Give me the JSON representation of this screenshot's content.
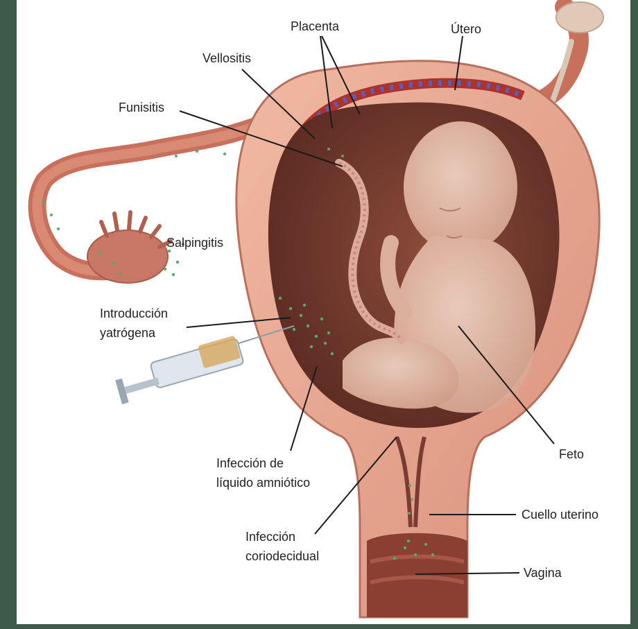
{
  "figure": {
    "labels": {
      "placenta": "Placenta",
      "utero": "Útero",
      "vellositis": "Vellositis",
      "funisitis": "Funisitis",
      "salpingitis": "Salpingitis",
      "introduccion_line1": "Introducción",
      "introduccion_line2": "yatrógena",
      "infeccion_liquido_line1": "Infección de",
      "infeccion_liquido_line2": "líquido amniótico",
      "feto": "Feto",
      "cuello_uterino": "Cuello uterino",
      "infeccion_coriodecidual_line1": "Infección",
      "infeccion_coriodecidual_line2": "coriodecidual",
      "vagina": "Vagina"
    },
    "colors": {
      "background_border": "#3d5a4a",
      "uterine_wall": "#e8a792",
      "wall_edge": "#c97e6b",
      "amniotic_cavity": "#6e3a2d",
      "fetus_skin": "#eac6b4",
      "bacteria": "#4fae6a",
      "placenta_red": "#b0302a",
      "placenta_blue": "#5a5fb4",
      "leader_line": "#1a1a1a"
    }
  }
}
